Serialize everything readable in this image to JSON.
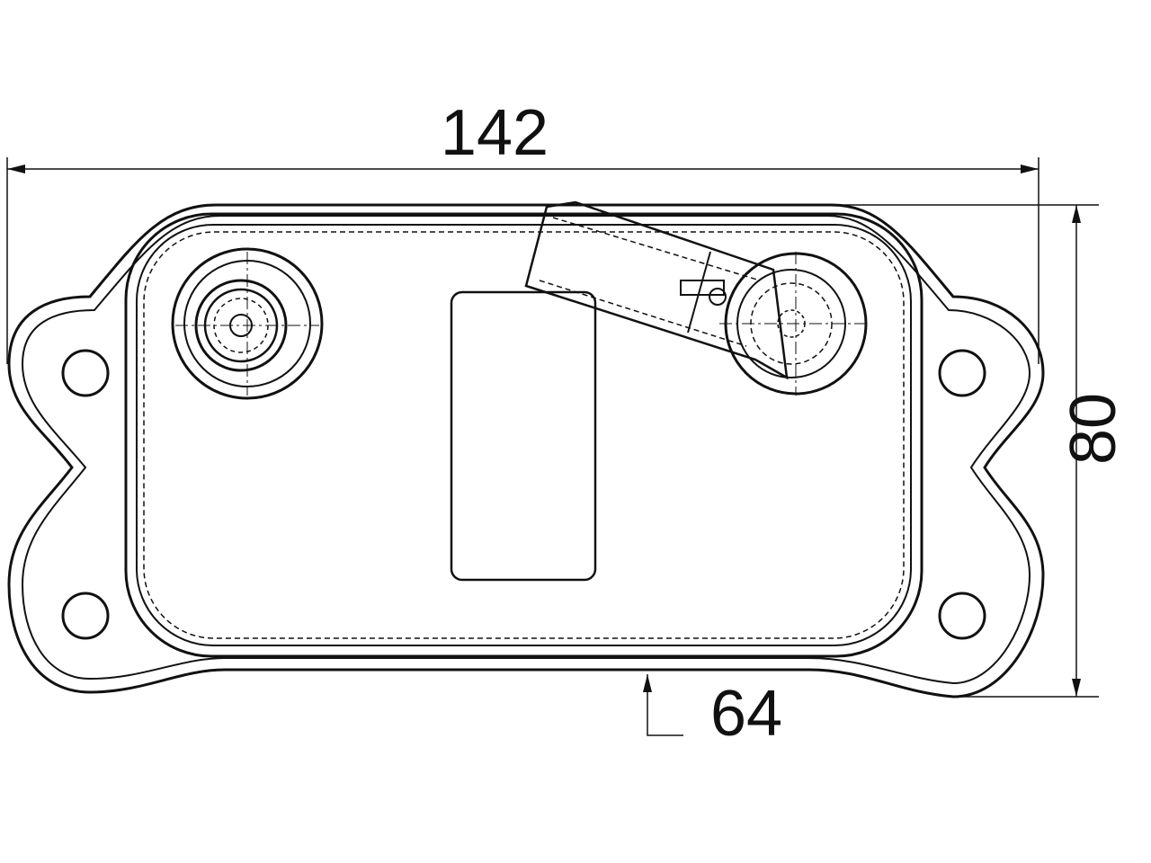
{
  "colors": {
    "line": "#111111",
    "background": "#ffffff"
  },
  "dimensions": {
    "width": "142",
    "height": "80",
    "depth": "64"
  }
}
